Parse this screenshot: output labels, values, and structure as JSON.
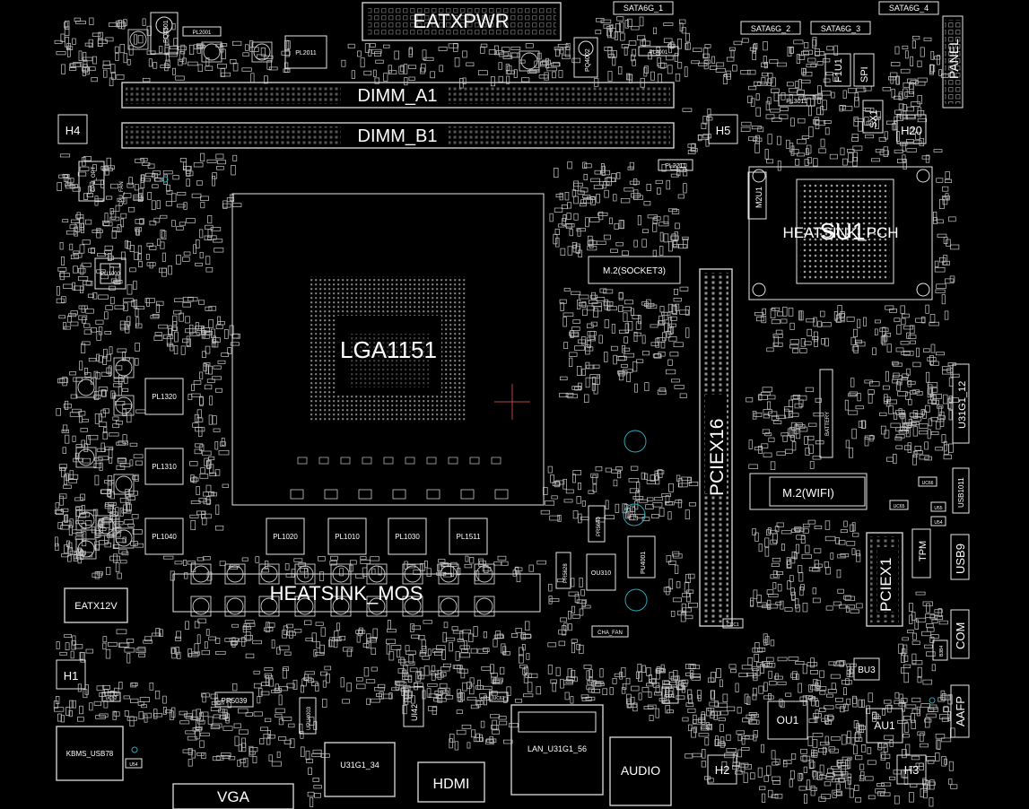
{
  "board": {
    "colors": {
      "background": "#000000",
      "silkscreen": "#e6e6e6",
      "fiducial": "#2aa6b8",
      "crosshair": "#b04848"
    },
    "labels": {
      "eatxpwr": "EATXPWR",
      "sata6g_1": "SATA6G_1",
      "sata6g_2": "SATA6G_2",
      "sata6g_3": "SATA6G_3",
      "sata6g_4": "SATA6G_4",
      "panel": "PANEL",
      "dimm_a1": "DIMM_A1",
      "dimm_b1": "DIMM_B1",
      "h4": "H4",
      "h5": "H5",
      "h20": "H20",
      "h1": "H1",
      "h2": "H2",
      "h3": "H3",
      "pl2011": "PL2011",
      "pq4501": "PQ4501",
      "pq4002": "PQ4002",
      "pl2001": "PL2001",
      "pl4001": "PL4001",
      "f1u1": "F1U1",
      "spi": "SPI",
      "sx1": "SX1",
      "pl3011": "PL3011",
      "pl2211": "PL2211",
      "m2u1": "M2U1",
      "heatsink_pch": "HEATSINK_PCH",
      "su1": "SU1",
      "m2_socket3": "M.2(SOCKET3)",
      "lga1151": "LGA1151",
      "pciex16": "PCIEX16",
      "battery": "BATTERY",
      "u31g1_12": "U31G1_12",
      "usb1011": "USB1011",
      "m2_wifi": "M.2(WIFI)",
      "pciex1": "PCIEX1",
      "tpm": "TPM",
      "usb9": "USB9",
      "com": "COM",
      "bu3": "BU3",
      "au1": "AU1",
      "aafp": "AAFP",
      "ou1": "OU1",
      "audio": "AUDIO",
      "lan": "LAN_U31G1_56",
      "hdmi": "HDMI",
      "u31g1_34": "U31G1_34",
      "ui42": "UI42",
      "upu4003": "UPU4003",
      "vga": "VGA",
      "pr5039": "PR5039",
      "kbms": "KBMS_USB78",
      "eatx12v": "EATX12V",
      "heatsink_mos": "HEATSINK_MOS",
      "pl1320": "PL1320",
      "pl1310": "PL1310",
      "pl1040": "PL1040",
      "pl1020": "PL1020",
      "pl1010": "PL1010",
      "pl1030": "PL1030",
      "pl1511": "PL1511",
      "pu1000": "PU1000",
      "cpu_fan": "CPU_FAN",
      "cpu_opt": "CPU_OPT",
      "cha_fan": "CHA_FAN",
      "pr5640": "PR5640",
      "pr5628": "PR5628",
      "ou310": "OU310",
      "pu4001": "PU4001",
      "lu1": "LU1",
      "uc66": "UC66",
      "uc65": "UC65",
      "u54": "U54",
      "u55": "U55",
      "uc52": "UC52",
      "uc61": "UC61",
      "u54b": "U54",
      "ccc1": "CCC1",
      "b3b4": "B3B4"
    }
  }
}
